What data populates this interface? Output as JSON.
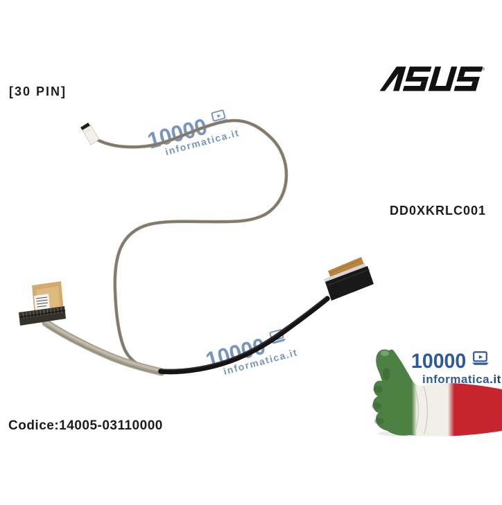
{
  "page": {
    "background": "#ffffff",
    "description": "Product photo listing of an ASUS laptop LCD/LVDS video cable on white background"
  },
  "annotations": {
    "pin_label": "[30 PIN]",
    "part_number": "DD0XKRLC001",
    "product_code": "Codice:14005-03110000"
  },
  "brand": {
    "name": "ASUS",
    "registered_mark": "®",
    "color": "#111111"
  },
  "watermark": {
    "store_number": "10000",
    "store_domain": "informatica.it",
    "color": "#5b7db1",
    "instances": 2
  },
  "store_logo": {
    "number": "10000",
    "domain_name": "informatica",
    "domain_tld": ".it",
    "blue": "#2d5a9b",
    "flag_green": "#4d8143",
    "flag_white": "#f1efe8",
    "flag_red": "#c4252f",
    "shape": "thumbs-up hand painted as Italian flag"
  },
  "photo": {
    "subject": "LCD LVDS display cable with three connectors",
    "cable_grey": "#8c8474",
    "cable_black": "#141414",
    "ribbon_grey": "#a8a091",
    "kapton_label_tan": "#d2ab6c",
    "kapton_tab_orange": "#b9853f",
    "connector_dark": "#35322c",
    "sticker_white": "#f5f5f1"
  }
}
